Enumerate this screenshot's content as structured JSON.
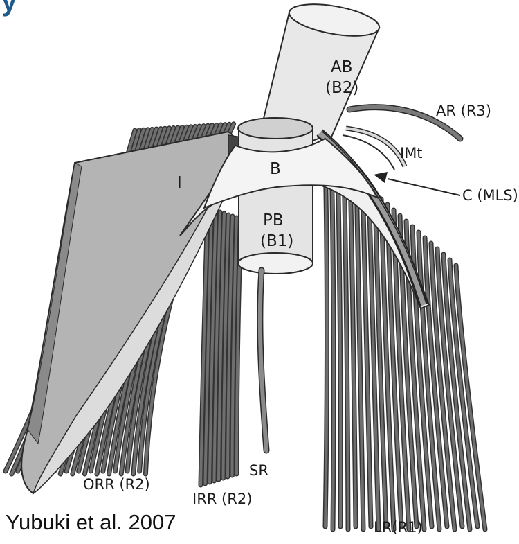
{
  "header": {
    "partial_title": "y"
  },
  "labels": {
    "ab_name": "AB",
    "ab_code": "(B2)",
    "ar": "AR (R3)",
    "imt": "IMt",
    "b": "B",
    "i": "I",
    "c_mls": "C (MLS)",
    "pb_name": "PB",
    "pb_code": "(B1)",
    "sr": "SR",
    "orr": "ORR (R2)",
    "irr": "IRR (R2)",
    "lr": "LR(R1)"
  },
  "caption": "Yubuki et al. 2007",
  "colors": {
    "root_fill": "#6f6f6f",
    "root_stroke": "#333333",
    "light_fill": "#eeeeee",
    "cylinder_fill": "#e6e6e6",
    "outline": "#2a2a2a",
    "title_blue": "#1f5a8c"
  }
}
